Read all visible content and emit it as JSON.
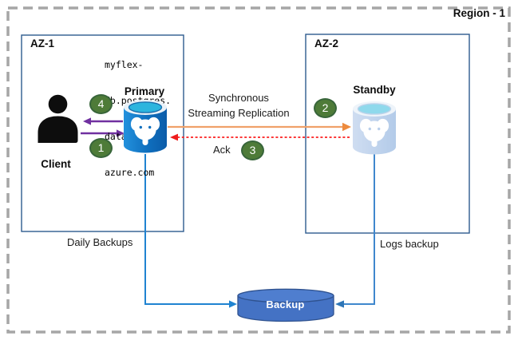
{
  "region": {
    "label": "Region - 1"
  },
  "availability_zones": [
    {
      "label": "AZ-1"
    },
    {
      "label": "AZ-2"
    }
  ],
  "nodes": {
    "client": {
      "label": "Client"
    },
    "primary": {
      "label": "Primary",
      "hostname_lines": [
        "myflex-",
        "db.postgres.",
        "database.",
        "azure.com"
      ]
    },
    "standby": {
      "label": "Standby"
    },
    "backup": {
      "label": "Backup"
    }
  },
  "flows": {
    "replication": {
      "lines": [
        "Synchronous",
        "Streaming Replication"
      ]
    },
    "ack": {
      "label": "Ack"
    },
    "daily_backups": {
      "label": "Daily Backups"
    },
    "logs_backup": {
      "label": "Logs backup"
    }
  },
  "steps": [
    {
      "number": "1"
    },
    {
      "number": "2"
    },
    {
      "number": "3"
    },
    {
      "number": "4"
    }
  ],
  "colors": {
    "region_border": "#a6a6a6",
    "az_border": "#2e5b8f",
    "primary_cylinder_blue": "#0f6fbe",
    "standby_cylinder_blue": "#bcd2ec",
    "cylinder_top_cyan": "#2cb5de",
    "backup_cylinder_blue": "#4472c4",
    "backup_cylinder_border": "#2f528f",
    "step_badge_green": "#4e7b38",
    "replication_arrow_orange": "#ef9e62",
    "ack_arrow_red": "#fb1e1e",
    "client_link_purple": "#7030a0",
    "connector_blue": "#1f83d1",
    "client_icon_black": "#0d0d0d"
  }
}
